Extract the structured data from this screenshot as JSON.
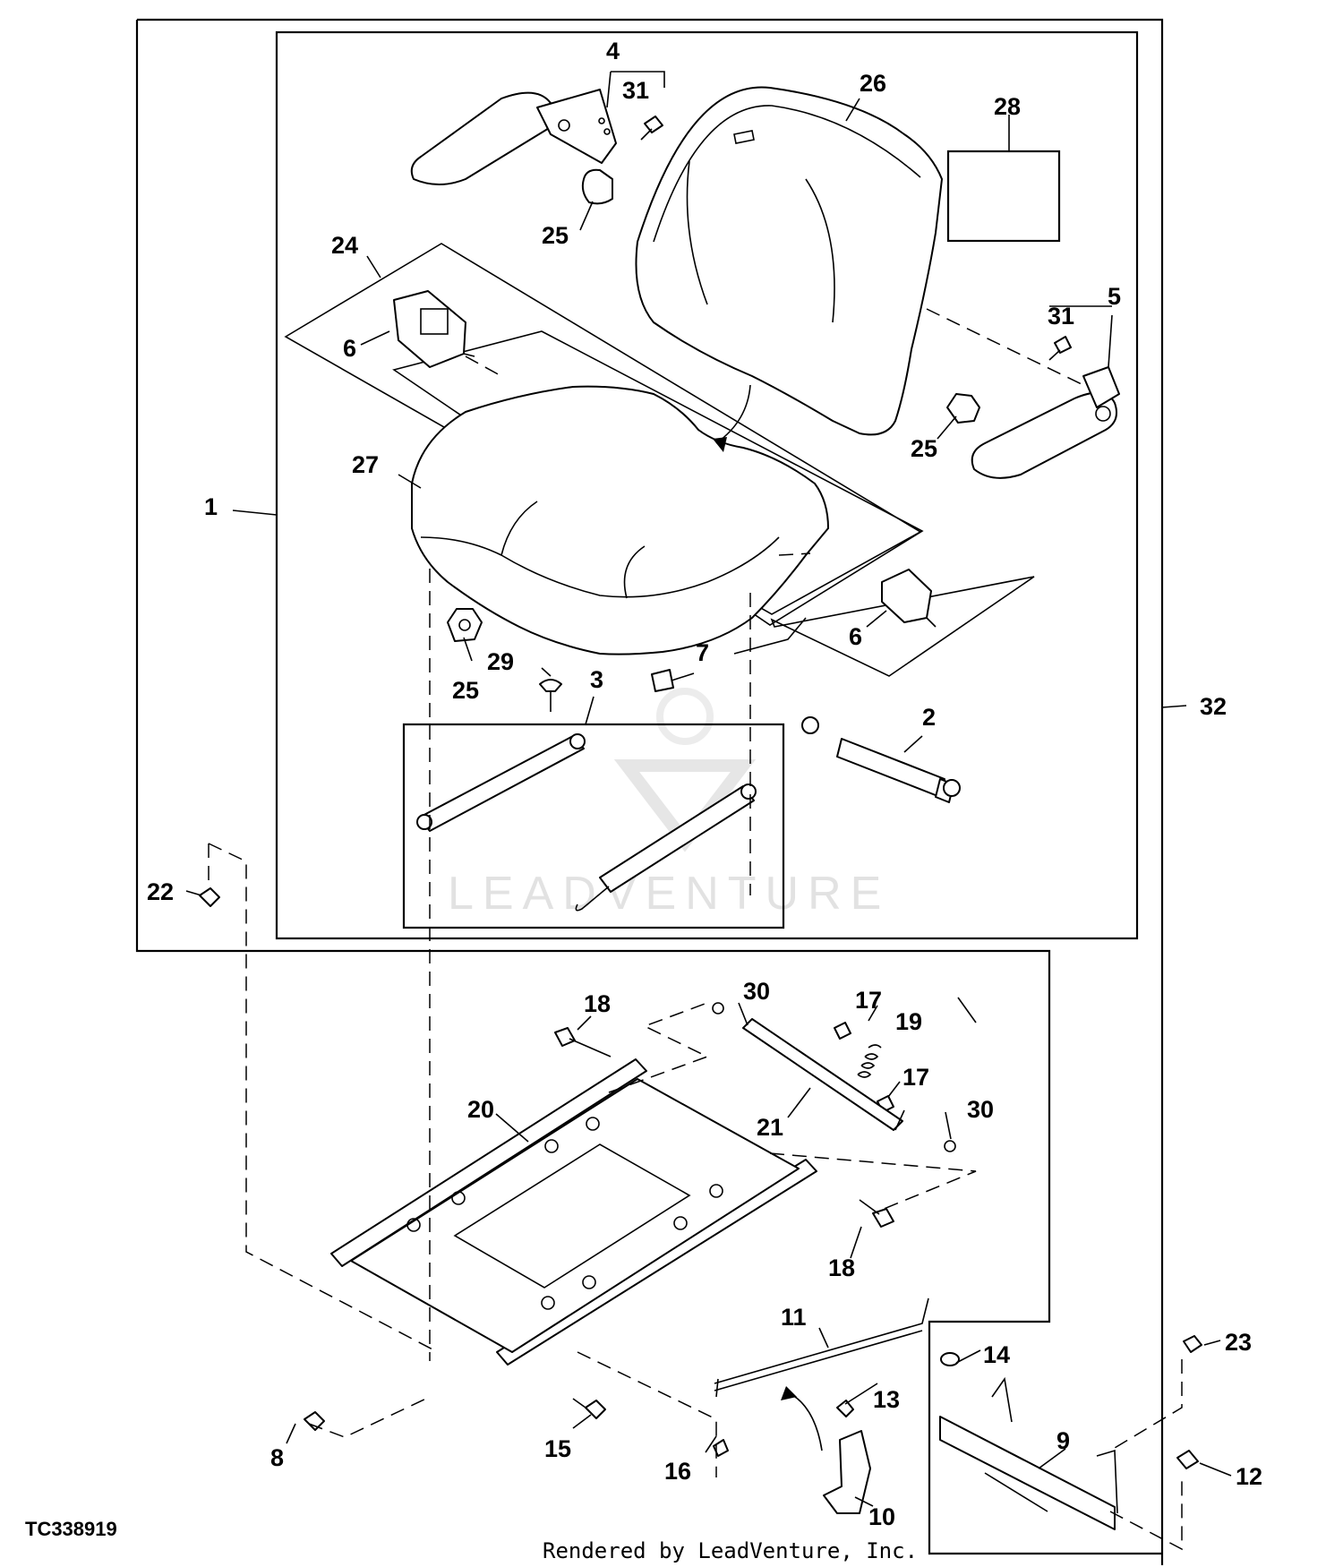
{
  "figure_id": "TC338919",
  "footer": "Rendered by LeadVenture, Inc.",
  "watermark": "LEADVENTURE",
  "callouts": {
    "c1": "1",
    "c2": "2",
    "c3": "3",
    "c4": "4",
    "c5": "5",
    "c6a": "6",
    "c6b": "6",
    "c7": "7",
    "c8": "8",
    "c9": "9",
    "c10": "10",
    "c11": "11",
    "c12": "12",
    "c13": "13",
    "c14": "14",
    "c15": "15",
    "c16": "16",
    "c17a": "17",
    "c17b": "17",
    "c18a": "18",
    "c18b": "18",
    "c19": "19",
    "c20": "20",
    "c21": "21",
    "c22": "22",
    "c23": "23",
    "c24": "24",
    "c25a": "25",
    "c25b": "25",
    "c25c": "25",
    "c26": "26",
    "c27": "27",
    "c28": "28",
    "c29": "29",
    "c30a": "30",
    "c30b": "30",
    "c31a": "31",
    "c31b": "31",
    "c32": "32"
  }
}
